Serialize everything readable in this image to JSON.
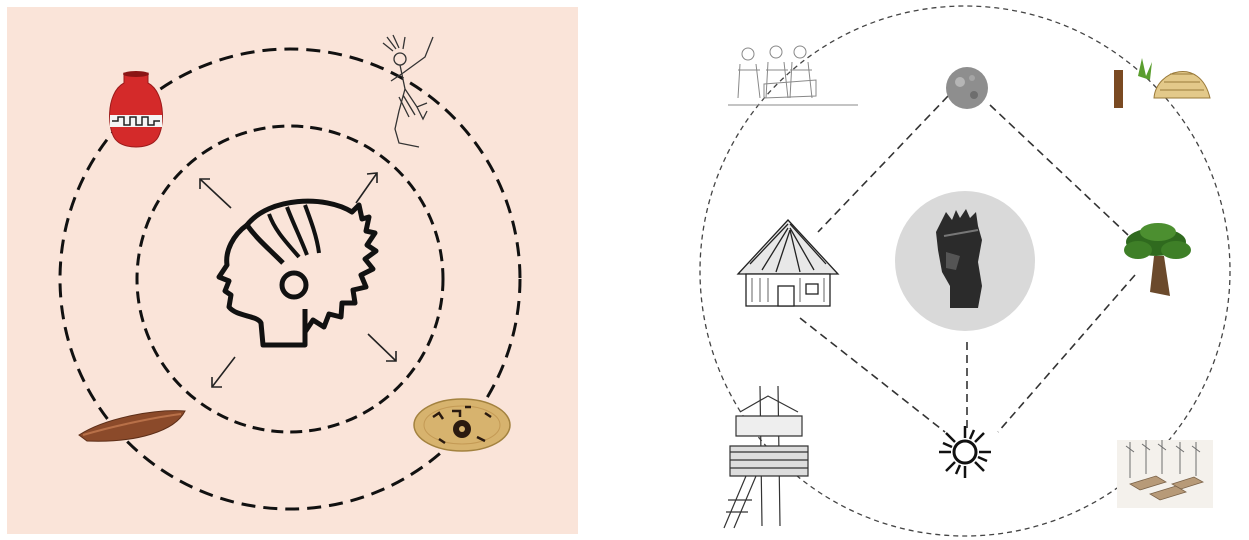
{
  "diagrams": [
    {
      "id": "left",
      "background": "#fae4d9",
      "center": "chief-headdress-icon",
      "rings": 2,
      "objects": [
        "clay-pot",
        "dancer-sketch",
        "painted-basket",
        "wooden-bowl"
      ],
      "arrows": 4
    },
    {
      "id": "right",
      "background": "#ffffff",
      "center": "chief-sketch-icon",
      "center_fill": "#d9d9d9",
      "nodes": [
        "moon",
        "sun",
        "hut",
        "tree"
      ],
      "corners": [
        "workers-sketch",
        "plant-and-haystack",
        "watchtower",
        "village-sketch"
      ]
    }
  ]
}
